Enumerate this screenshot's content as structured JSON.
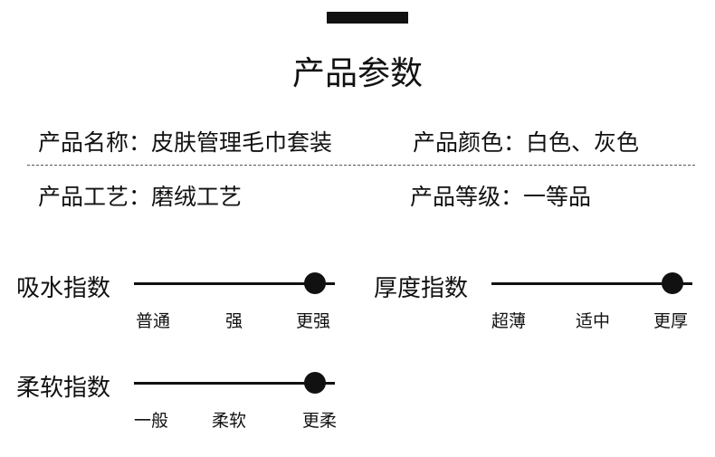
{
  "title": "产品参数",
  "params": [
    {
      "label": "产品名称：",
      "value": "皮肤管理毛巾套装"
    },
    {
      "label": "产品颜色：",
      "value": "白色、灰色"
    },
    {
      "label": "产品工艺：",
      "value": "磨绒工艺"
    },
    {
      "label": "产品等级：",
      "value": "一等品"
    }
  ],
  "indices": [
    {
      "label": "吸水指数",
      "levels": [
        "普通",
        "强",
        "更强"
      ],
      "level_fraction": 0.9
    },
    {
      "label": "厚度指数",
      "levels": [
        "超薄",
        "适中",
        "更厚"
      ],
      "level_fraction": 0.9
    },
    {
      "label": "柔软指数",
      "levels": [
        "一般",
        "柔软",
        "更柔"
      ],
      "level_fraction": 0.9
    }
  ]
}
